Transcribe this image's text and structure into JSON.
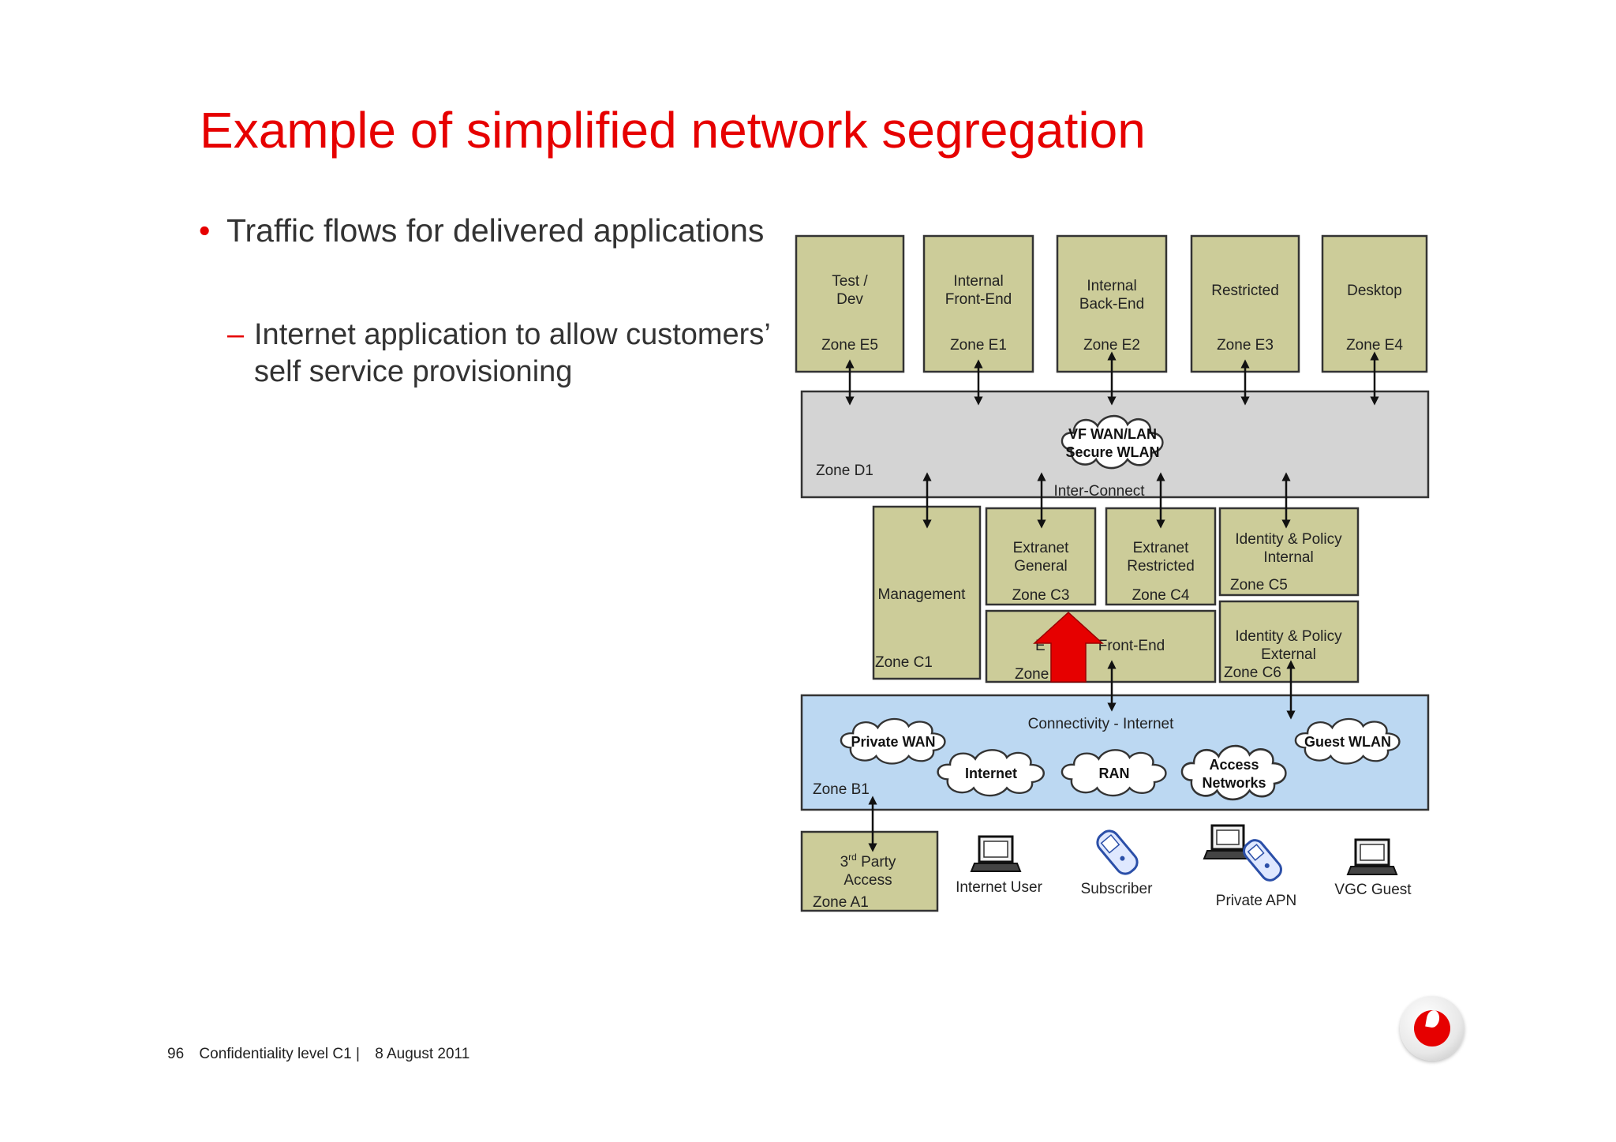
{
  "slide": {
    "title": "Example of simplified network segregation",
    "bullet": "Traffic flows for delivered applications",
    "sub_bullet": "Internet application to allow customers’ self service provisioning",
    "footer": {
      "page": "96",
      "confidentiality": "Confidentiality level  C1 |",
      "date": "8 August 2011"
    }
  },
  "diagram": {
    "zone_e": [
      {
        "lines": [
          "Test /",
          "Dev"
        ],
        "zone": "Zone E5"
      },
      {
        "lines": [
          "Internal",
          "Front-End"
        ],
        "zone": "Zone E1"
      },
      {
        "lines": [
          "Internal",
          "Back-End"
        ],
        "zone": "Zone E2"
      },
      {
        "lines": [
          "Restricted"
        ],
        "zone": "Zone E3"
      },
      {
        "lines": [
          "Desktop"
        ],
        "zone": "Zone E4"
      }
    ],
    "zone_d1": {
      "zone": "Zone D1",
      "label": "Inter-Connect",
      "cloud": [
        "VF WAN/LAN",
        "Secure WLAN"
      ]
    },
    "management": {
      "name": "Management",
      "zone": "Zone C1"
    },
    "extranet_general": {
      "lines": [
        "Extranet",
        "General"
      ],
      "zone": "Zone C3"
    },
    "extranet_restricted": {
      "lines": [
        "Extranet",
        "Restricted"
      ],
      "zone": "Zone C4"
    },
    "identity_internal": {
      "lines": [
        "Identity & Policy",
        "Internal"
      ],
      "zone": "Zone C5"
    },
    "identity_external": {
      "lines": [
        "Identity & Policy",
        "External"
      ],
      "zone": "Zone C6"
    },
    "front_end": {
      "left": "E",
      "right": "Front-End",
      "zone": "Zone"
    },
    "zone_b1": {
      "zone": "Zone B1",
      "label": "Connectivity - Internet",
      "clouds": [
        {
          "lines": [
            "Private WAN"
          ]
        },
        {
          "lines": [
            "Internet"
          ]
        },
        {
          "lines": [
            "RAN"
          ]
        },
        {
          "lines": [
            "Access",
            "Networks"
          ]
        },
        {
          "lines": [
            "Guest WLAN"
          ]
        }
      ]
    },
    "zone_a1": {
      "lines": [
        "3",
        "rd",
        " Party",
        "Access"
      ],
      "zone": "Zone A1"
    },
    "users": [
      {
        "label": "Internet User",
        "icon": "laptop-icon"
      },
      {
        "label": "Subscriber",
        "icon": "phone-icon"
      },
      {
        "label": "Private APN",
        "icon": "laptop-phone-icon"
      },
      {
        "label": "VGC Guest",
        "icon": "laptop-icon"
      }
    ],
    "colors": {
      "zone_box": "#cccc99",
      "zone_d1": "#d4d4d4",
      "zone_b1": "#bcd8f2",
      "highlight_arrow": "#e60000"
    }
  },
  "brand": {
    "logo": "vodafone-logo"
  }
}
